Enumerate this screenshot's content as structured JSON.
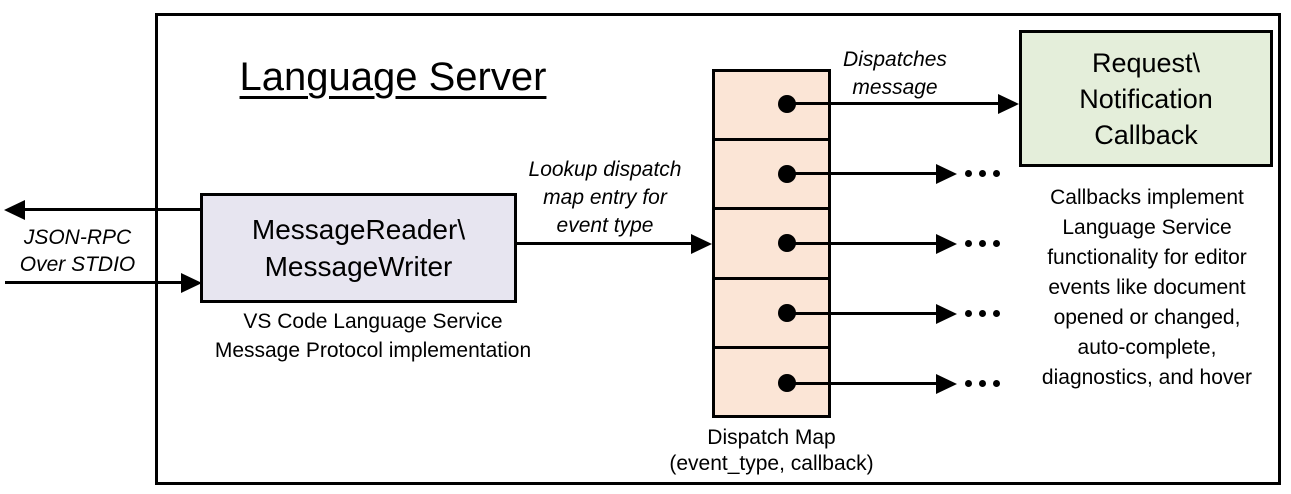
{
  "title": "Language Server",
  "reader": {
    "line1": "MessageReader\\",
    "line2": "MessageWriter",
    "caption1": "VS Code Language Service",
    "caption2": "Message Protocol implementation"
  },
  "stdio": {
    "line1": "JSON-RPC",
    "line2": "Over STDIO"
  },
  "lookup": {
    "line1": "Lookup dispatch",
    "line2": "map entry for",
    "line3": "event type"
  },
  "dispatches": {
    "line1": "Dispatches",
    "line2": "message"
  },
  "dispatch_map": {
    "caption1": "Dispatch Map",
    "caption2": "(event_type, callback)",
    "cell_count": 5,
    "ellipsis": "..."
  },
  "callback": {
    "line1": "Request\\",
    "line2": "Notification",
    "line3": "Callback"
  },
  "note": {
    "line1": "Callbacks implement",
    "line2": "Language Service",
    "line3": "functionality for editor",
    "line4": "events like document",
    "line5": "opened or changed,",
    "line6": "auto-complete,",
    "line7": "diagnostics, and hover"
  },
  "colors": {
    "reader_fill": "#E7E5F0",
    "map_fill": "#FBE5D6",
    "callback_fill": "#E4EEDA",
    "line": "#000000"
  }
}
